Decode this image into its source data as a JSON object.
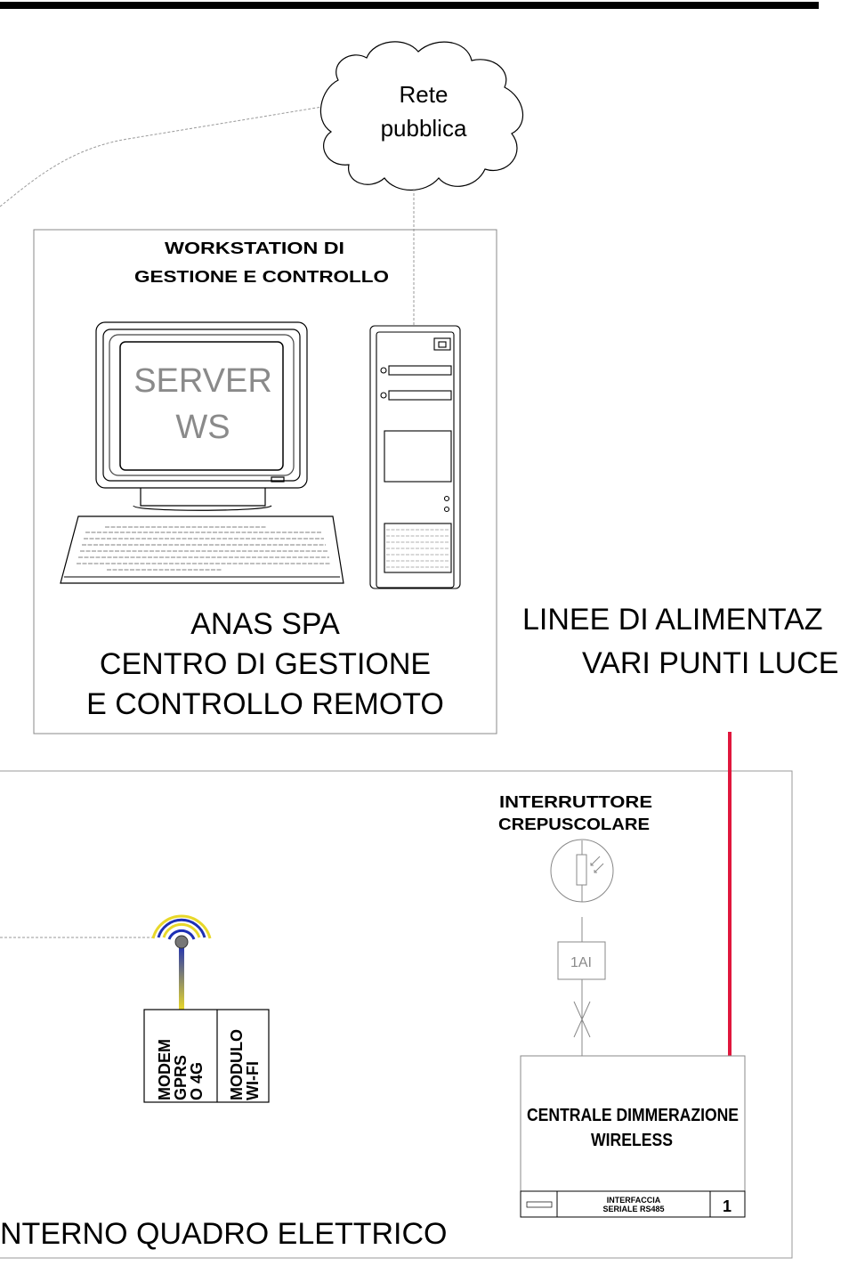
{
  "cloud": {
    "line1": "Rete",
    "line2": "pubblica"
  },
  "workstation": {
    "title_line1": "WORKSTATION DI",
    "title_line2": "GESTIONE E CONTROLLO",
    "screen_line1": "SERVER",
    "screen_line2": "WS",
    "caption_line1": "ANAS SPA",
    "caption_line2": "CENTRO DI GESTIONE",
    "caption_line3": "E CONTROLLO REMOTO"
  },
  "power_lines": {
    "line1": "LINEE DI ALIMENTAZ",
    "line2": "VARI PUNTI LUCE"
  },
  "switch": {
    "line1": "INTERRUTTORE",
    "line2": "CREPUSCOLARE"
  },
  "breaker": {
    "label": "1AI"
  },
  "modem": {
    "col1": [
      "MODEM",
      "GPRS",
      "O 4G"
    ],
    "col2": [
      "MODULO",
      "WI-FI"
    ]
  },
  "central": {
    "line1": "CENTRALE DIMMERAZIONE",
    "line2": "WIRELESS",
    "interface_line1": "INTERFACCIA",
    "interface_line2": "SERIALE RS485",
    "number": "1"
  },
  "panel": {
    "caption": "NTERNO QUADRO ELETTRICO"
  },
  "colors": {
    "power_line": "#e0173d",
    "antenna_blue": "#1d2fb5",
    "antenna_yellow": "#e8d82a"
  }
}
